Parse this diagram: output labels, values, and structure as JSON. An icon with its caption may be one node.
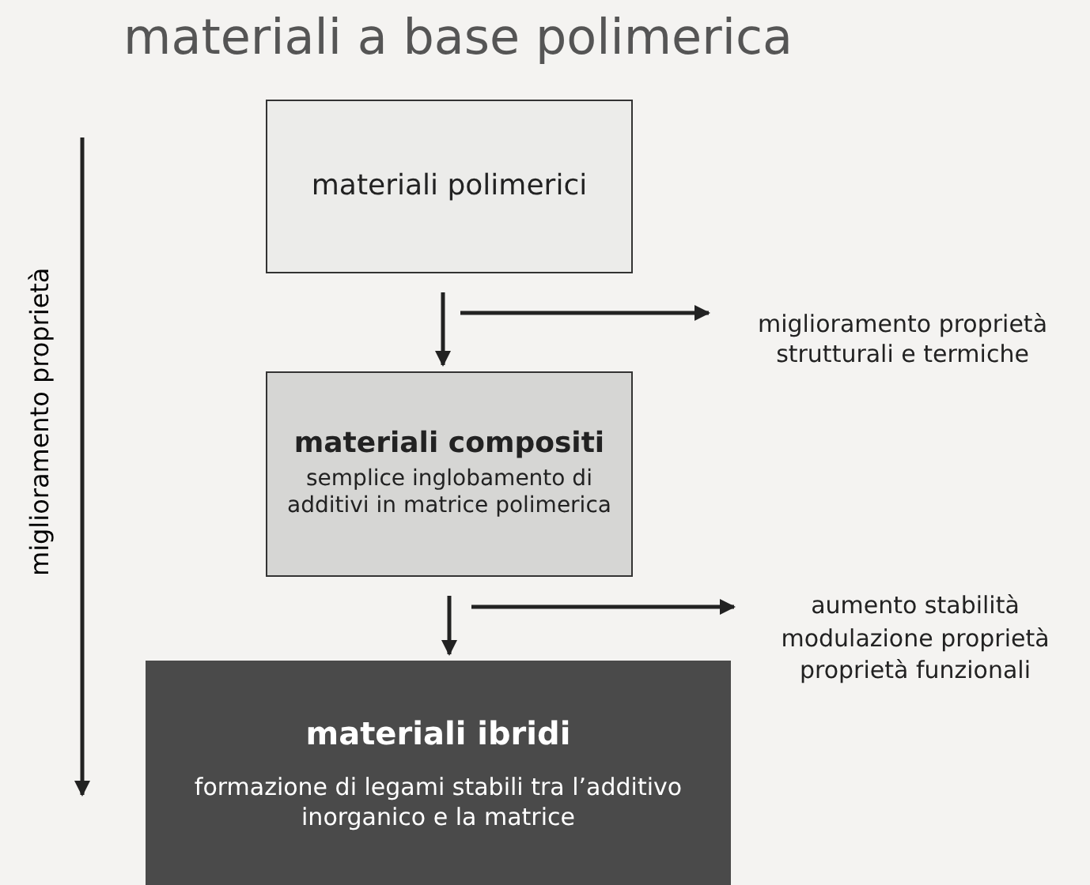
{
  "diagram": {
    "title": "materiali a base polimerica",
    "nodes": [
      {
        "text": [
          "materiali polimerici"
        ]
      },
      {
        "text": [
          "materiali compositi",
          "semplice inglobamento di additivi in matrice polimerica"
        ]
      },
      {
        "text": [
          "materiali ibridi",
          "formazione di legami stabili tra l’additivo inorganico e la matrice"
        ]
      },
      {
        "text": [
          "miglioramento proprietà strutturali e termiche"
        ]
      },
      {
        "text": [
          "aumento stabilità",
          "modulazione proprietà",
          "proprietà funzionali"
        ]
      }
    ],
    "edges": [
      {
        "from": 0,
        "to": 1,
        "arrow": "to"
      },
      {
        "from": null,
        "to": 3,
        "arrow": "to"
      },
      {
        "from": 1,
        "to": 2,
        "arrow": "to"
      },
      {
        "from": null,
        "to": 4,
        "arrow": "to"
      }
    ],
    "labels": [
      "miglioramento proprietà"
    ]
  }
}
